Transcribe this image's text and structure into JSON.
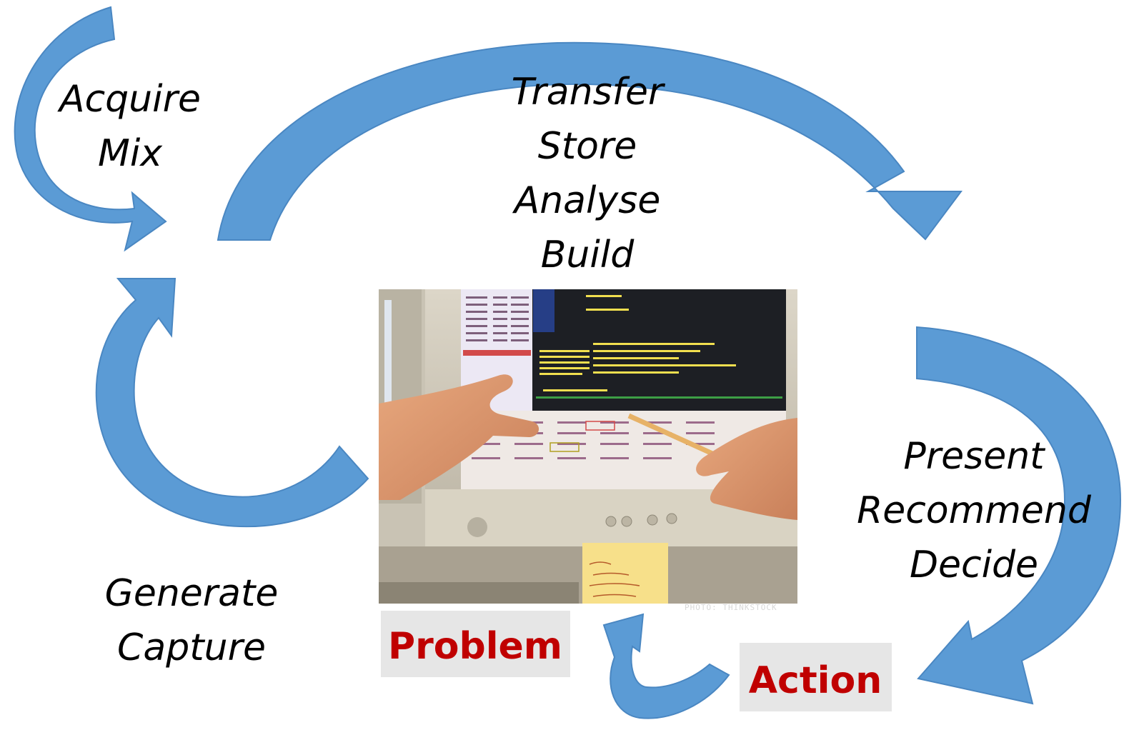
{
  "colors": {
    "arrow_fill": "#5b9bd5",
    "arrow_dark": "#3f76ad",
    "badge_background": "#e6e6e6",
    "badge_text": "#c00000"
  },
  "stages": {
    "acquire": [
      "Acquire",
      "Mix"
    ],
    "transfer": [
      "Transfer",
      "Store",
      "Analyse",
      "Build"
    ],
    "present": [
      "Present",
      "Recommend",
      "Decide"
    ],
    "generate": [
      "Generate",
      "Capture"
    ]
  },
  "labels": {
    "problem": "Problem",
    "action": "Action"
  },
  "photo": {
    "credit": "PHOTO: THINKSTOCK",
    "description_icon": "photo-of-monitor-with-pointing-hands"
  }
}
